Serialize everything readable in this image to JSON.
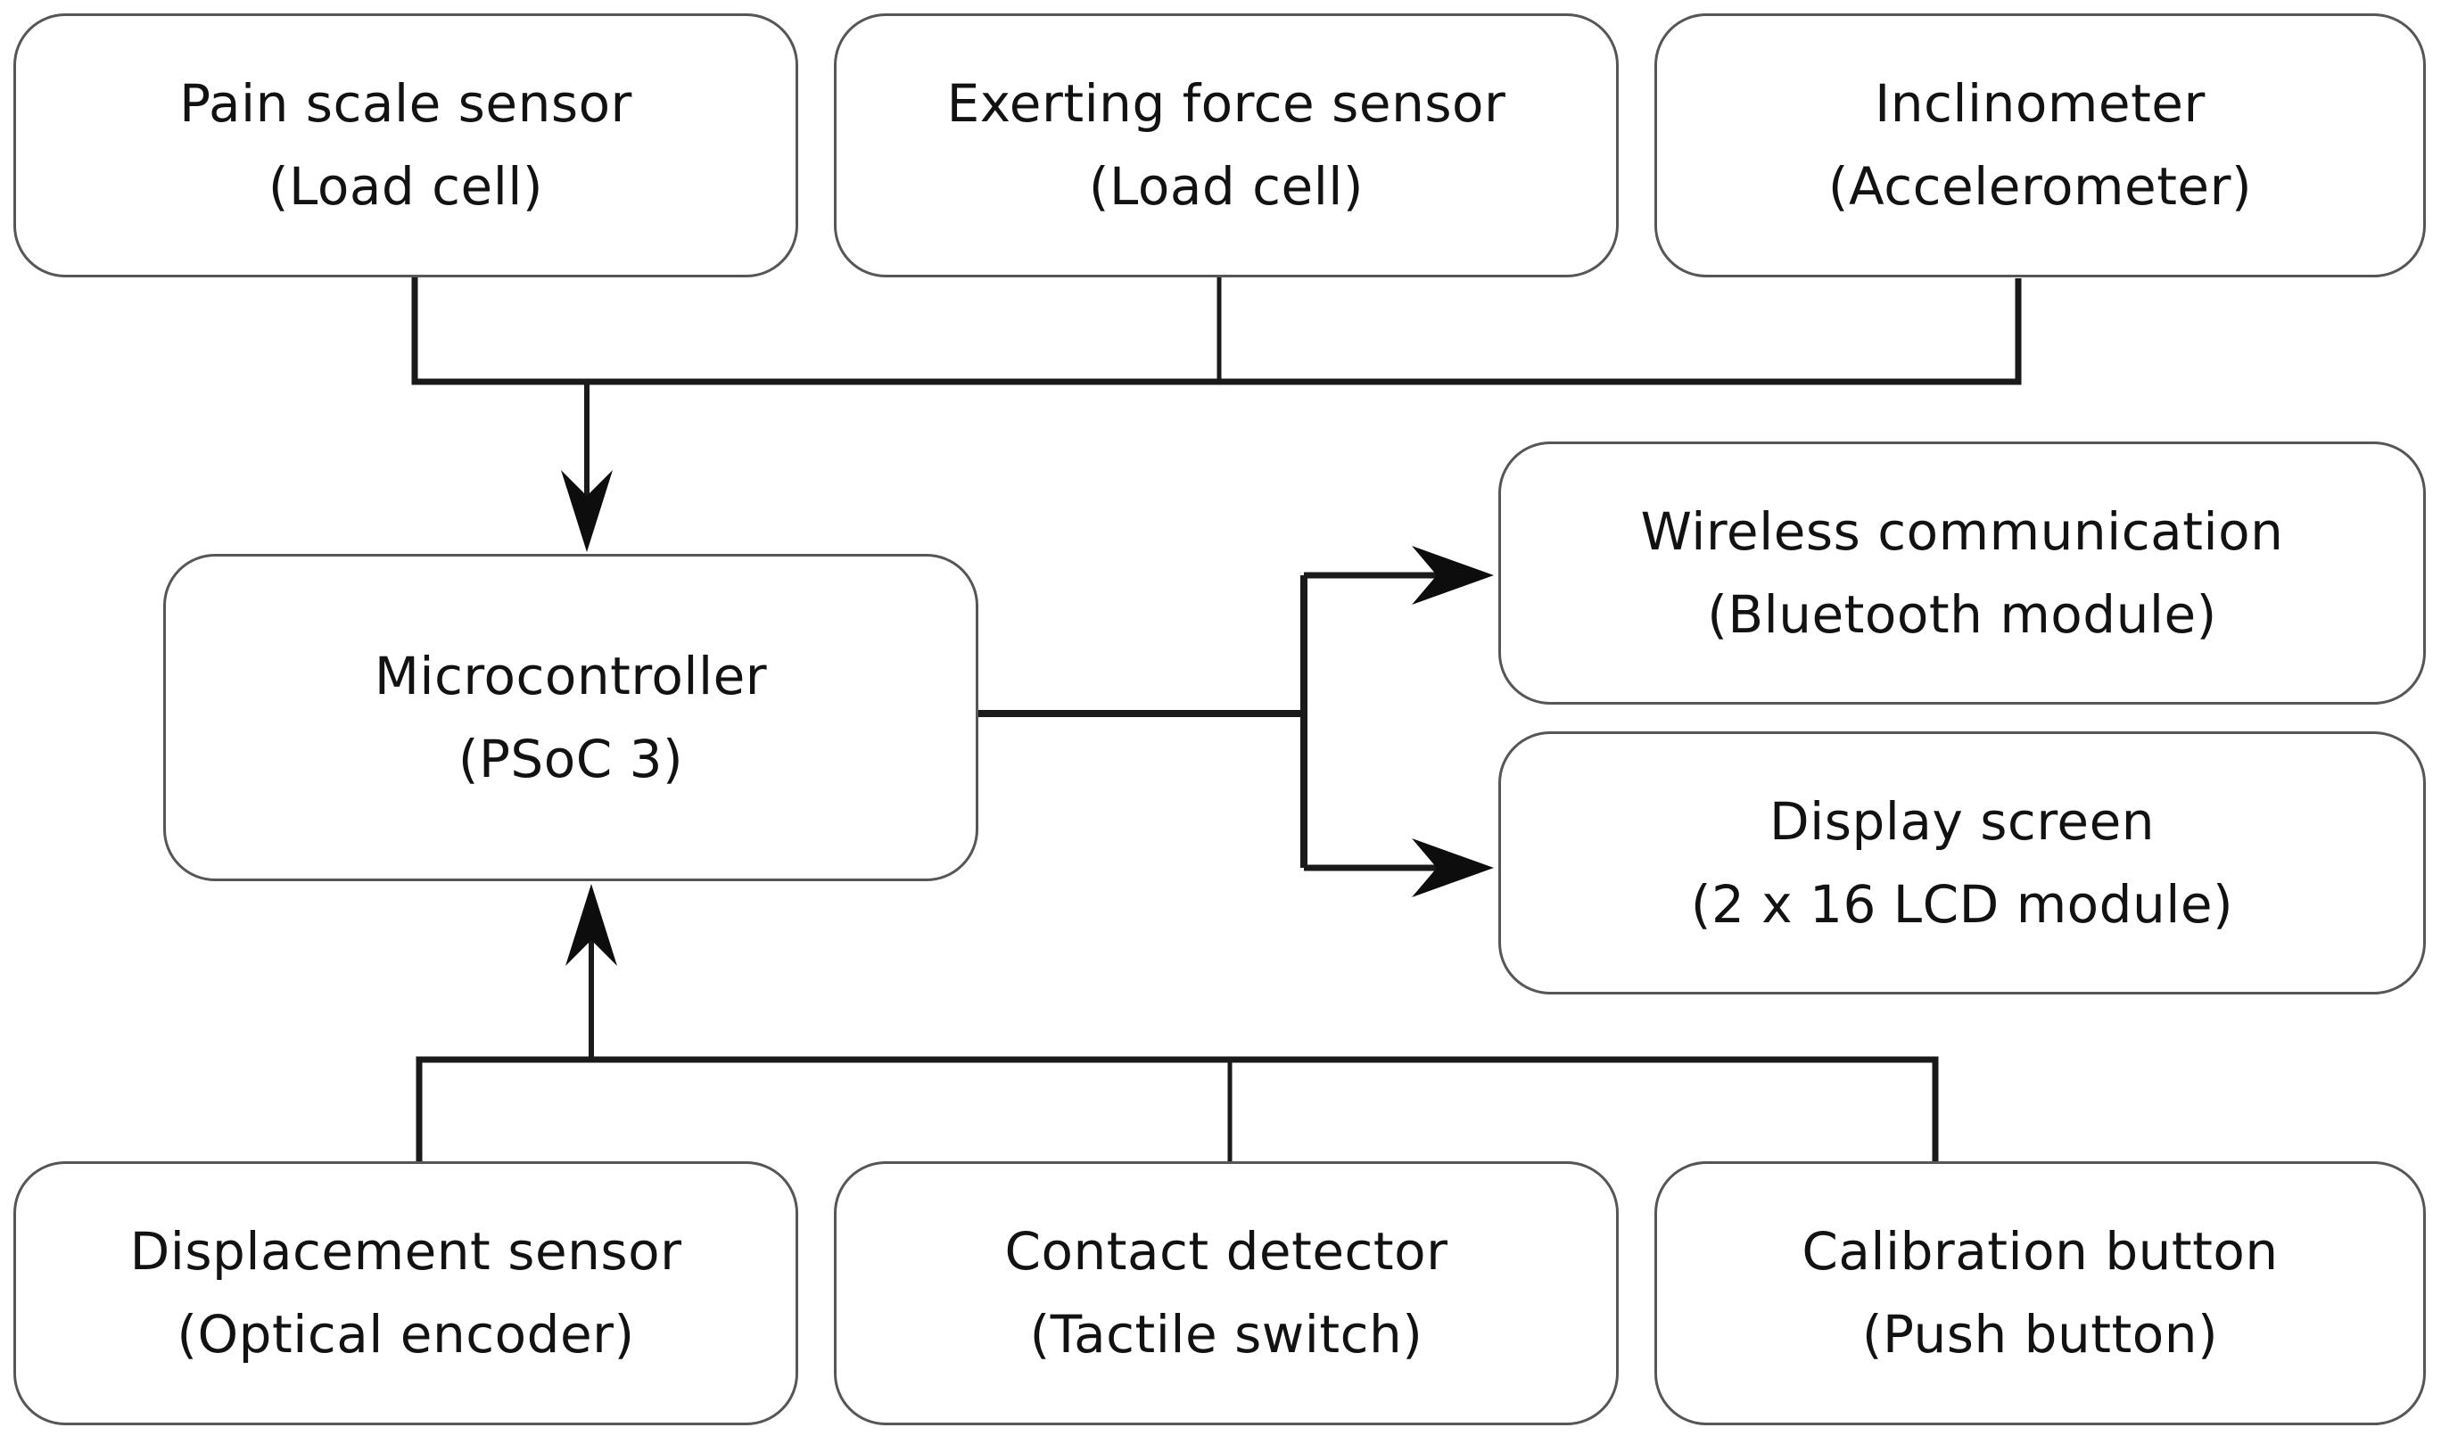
{
  "diagram": {
    "type": "block-diagram",
    "nodes": {
      "pain_scale_sensor": {
        "line1": "Pain scale sensor",
        "line2": "(Load cell)"
      },
      "exerting_force_sensor": {
        "line1": "Exerting force sensor",
        "line2": "(Load cell)"
      },
      "inclinometer": {
        "line1": "Inclinometer",
        "line2": "(Accelerometer)"
      },
      "microcontroller": {
        "line1": "Microcontroller",
        "line2": "(PSoC 3)"
      },
      "wireless_communication": {
        "line1": "Wireless communication",
        "line2": "(Bluetooth module)"
      },
      "display_screen": {
        "line1": "Display screen",
        "line2": "(2 x 16 LCD module)"
      },
      "displacement_sensor": {
        "line1": "Displacement sensor",
        "line2": "(Optical encoder)"
      },
      "contact_detector": {
        "line1": "Contact detector",
        "line2": "(Tactile switch)"
      },
      "calibration_button": {
        "line1": "Calibration button",
        "line2": "(Push button)"
      }
    },
    "connections": [
      {
        "from": "Pain scale sensor",
        "to": "Microcontroller",
        "arrow": true
      },
      {
        "from": "Exerting force sensor",
        "to": "Microcontroller",
        "arrow": true
      },
      {
        "from": "Inclinometer",
        "to": "Microcontroller",
        "arrow": true
      },
      {
        "from": "Displacement sensor",
        "to": "Microcontroller",
        "arrow": true
      },
      {
        "from": "Contact detector",
        "to": "Microcontroller",
        "arrow": true
      },
      {
        "from": "Calibration button",
        "to": "Microcontroller",
        "arrow": true
      },
      {
        "from": "Microcontroller",
        "to": "Wireless communication",
        "arrow": true
      },
      {
        "from": "Microcontroller",
        "to": "Display screen",
        "arrow": true
      }
    ],
    "colors": {
      "background": "#ffffff",
      "box_fill": "#ffffff",
      "box_border": "#565656",
      "connector": "#1a1a1a",
      "text": "#121212"
    }
  }
}
